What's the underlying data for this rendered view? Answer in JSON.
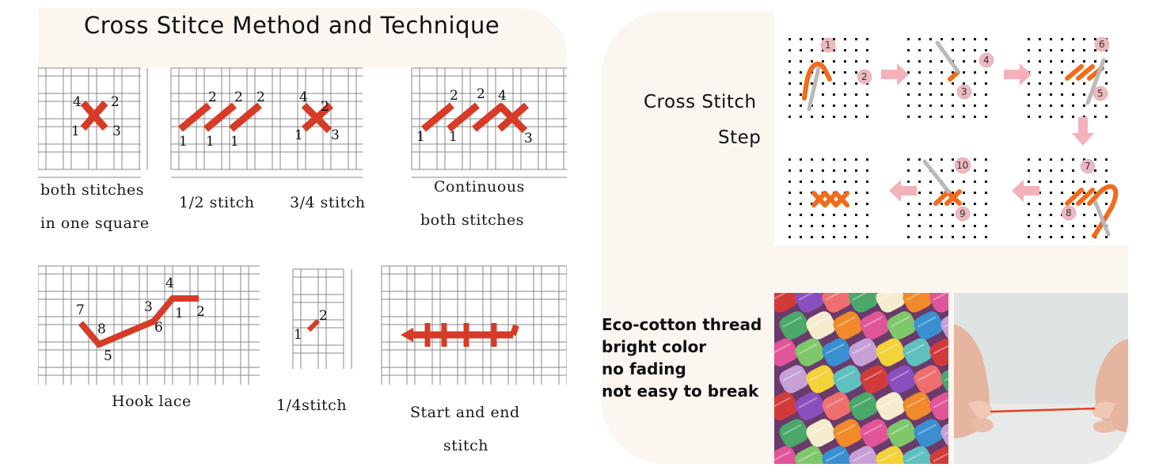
{
  "left": {
    "title": "Cross Stitce Method and Technique",
    "labels": {
      "both_line1": "both stitches",
      "both_line2": "in one square",
      "half": "1/2 stitch",
      "three_quarter": "3/4 stitch",
      "continuous_line1": "Continuous",
      "continuous_line2": "both stitches",
      "hook": "Hook lace",
      "quarter": "1/4stitch",
      "start_line1": "Start and end",
      "start_line2": "stitch"
    },
    "numbers": {
      "d1": [
        "4",
        "2",
        "1",
        "3"
      ],
      "d2": [
        "2",
        "2",
        "2",
        "1",
        "1",
        "1"
      ],
      "d3": [
        "4",
        "2",
        "1",
        "3"
      ],
      "d4": [
        "2",
        "2",
        "4",
        "1",
        "1",
        "3"
      ],
      "d5": [
        "4",
        "3",
        "1",
        "2",
        "7",
        "8",
        "6",
        "5"
      ],
      "d6": [
        "2",
        "1"
      ]
    }
  },
  "right": {
    "step_title_line1": "Cross Stitch",
    "step_title_line2": "Step",
    "step_numbers": [
      "1",
      "2",
      "4",
      "3",
      "6",
      "5",
      "7",
      "8",
      "10",
      "9"
    ],
    "features": [
      "Eco-cotton thread",
      "bright color",
      "no fading",
      "not easy to break"
    ]
  },
  "colors": {
    "stitch_red": "#d63b27",
    "stitch_orange": "#f26a1b",
    "arrow_pink": "#f4b1ba",
    "badge_pink": "#efb8c1",
    "panel_cream": "#fbf6f0"
  }
}
